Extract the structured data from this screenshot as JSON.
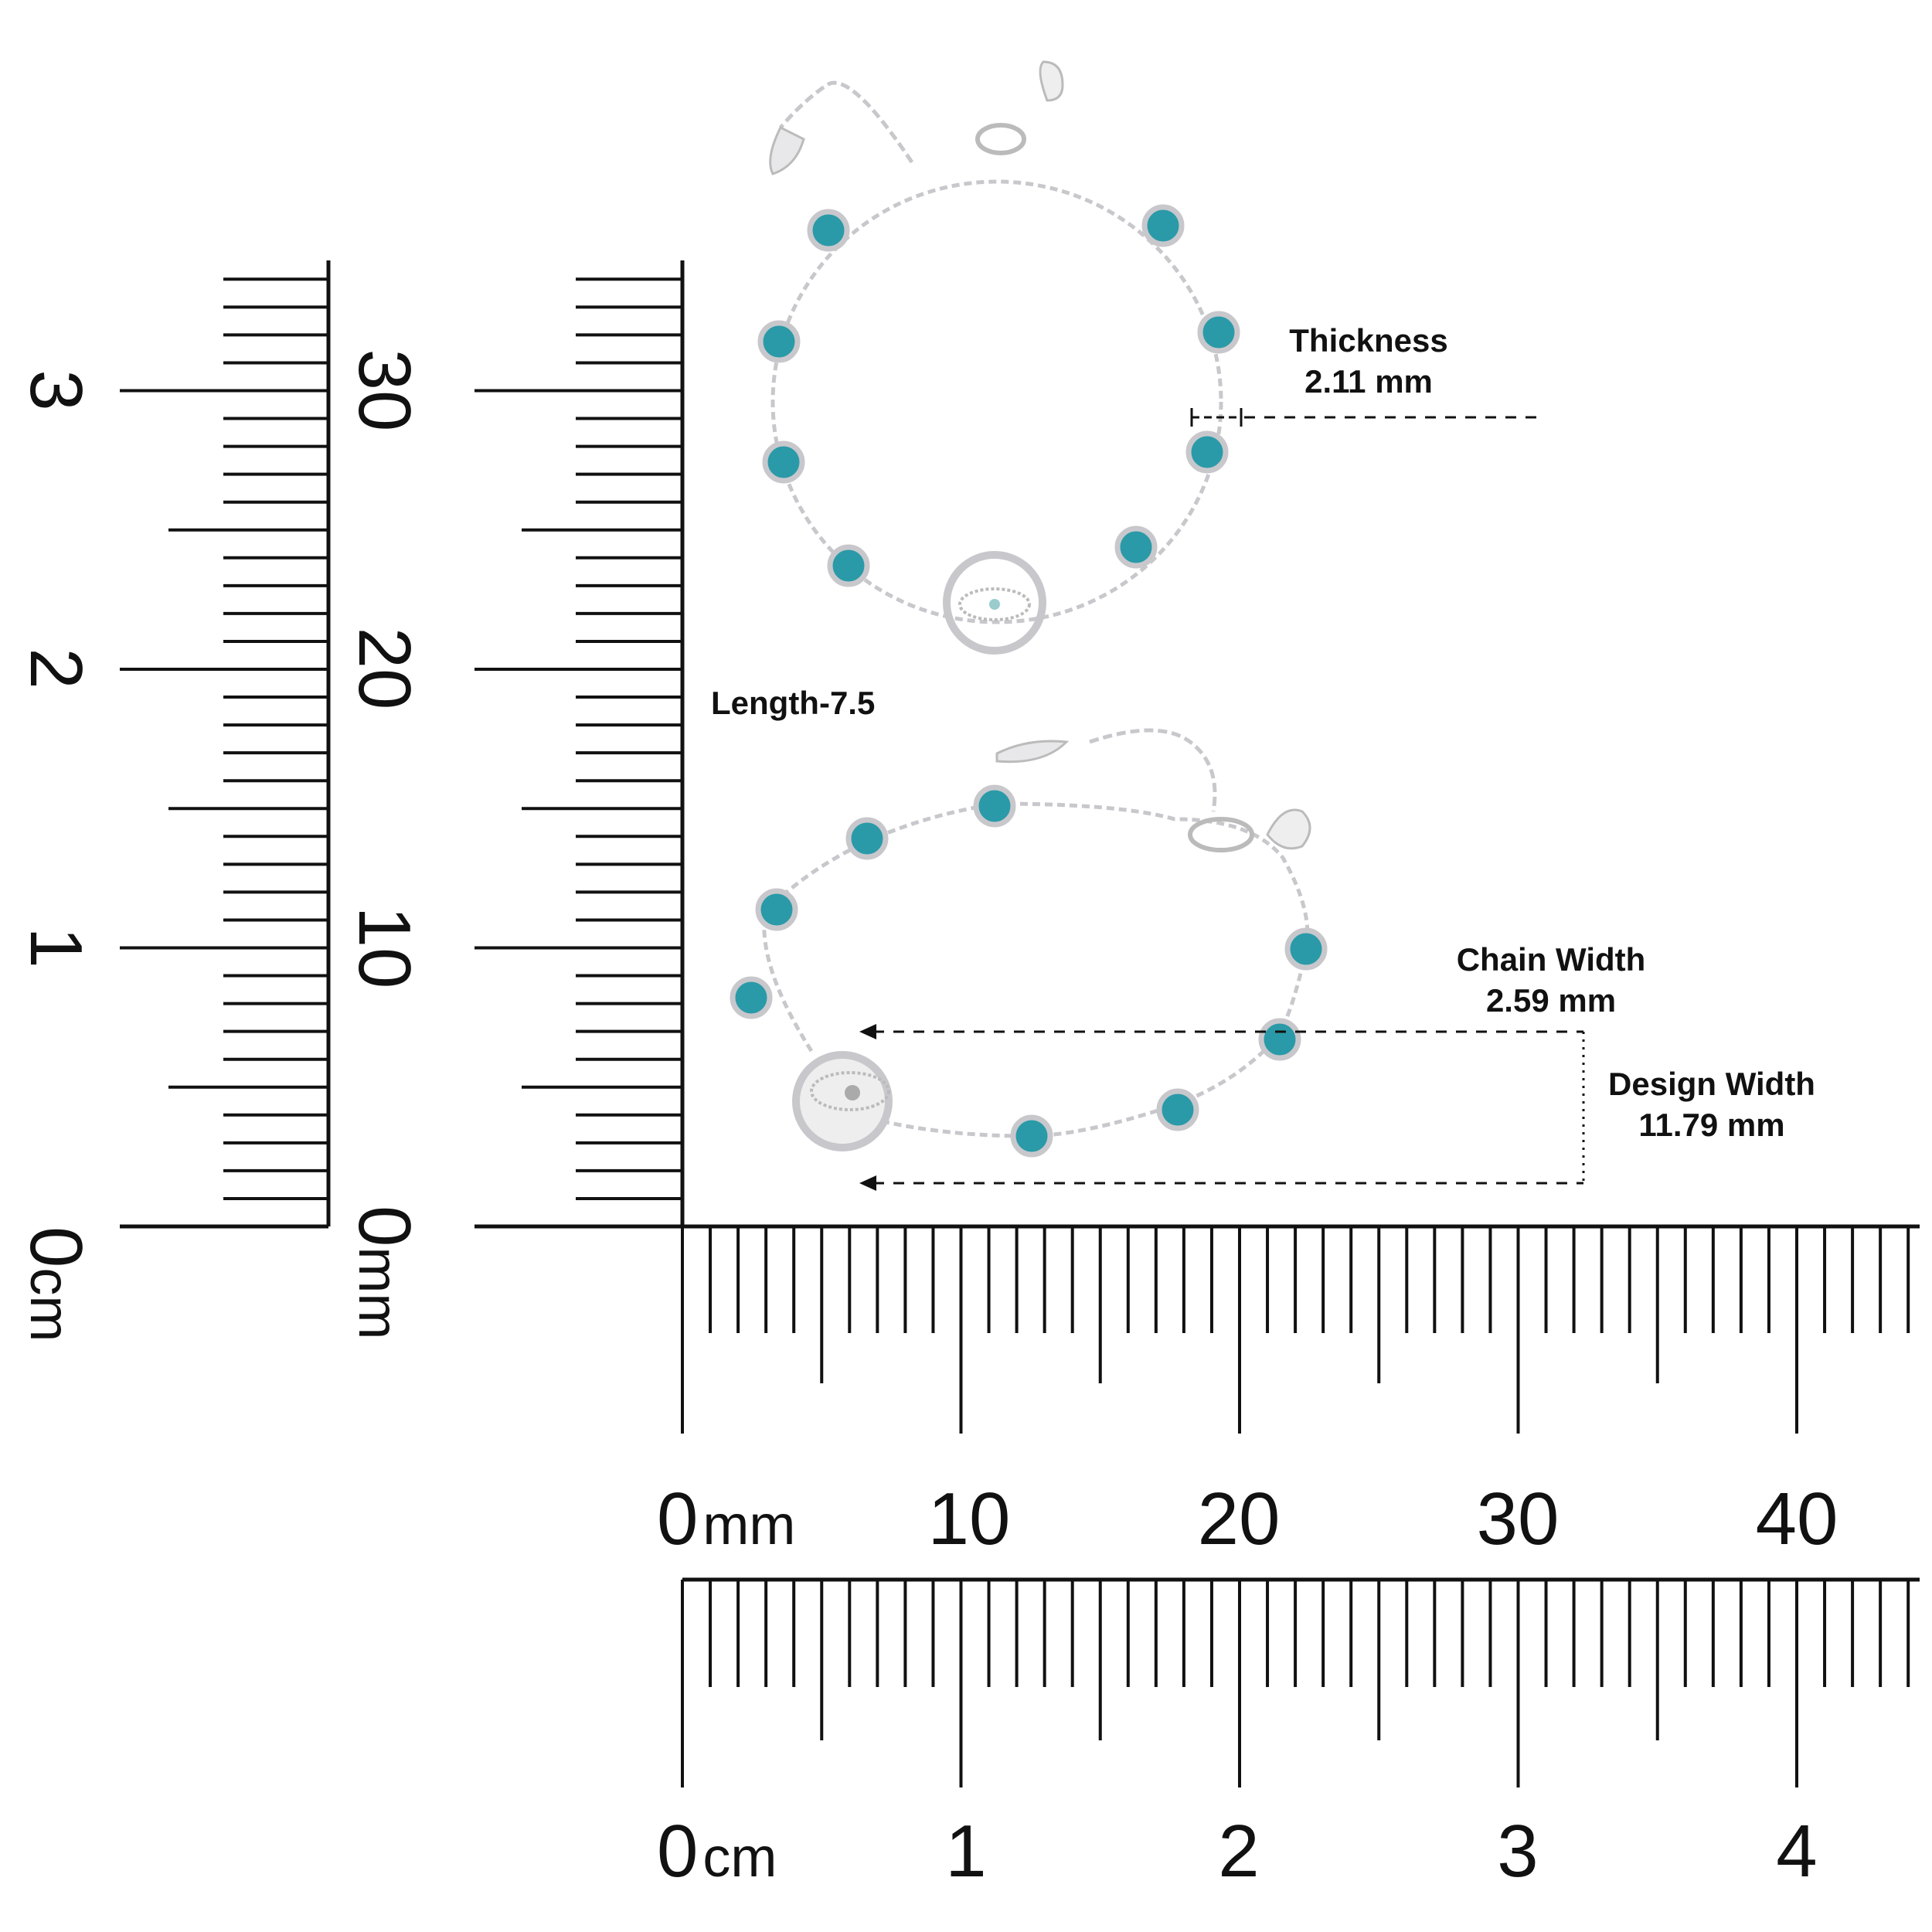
{
  "annotations": {
    "length": "Length-7.5",
    "thickness_label": "Thickness",
    "thickness_value": "2.11 mm",
    "chain_width_label": "Chain Width",
    "chain_width_value": "2.59 mm",
    "design_width_label": "Design Width",
    "design_width_value": "11.79 mm"
  },
  "rulers": {
    "vertical_cm_labels": [
      "0",
      "1",
      "2",
      "3"
    ],
    "vertical_cm_unit": "cm",
    "vertical_mm_labels": [
      "0",
      "10",
      "20",
      "30"
    ],
    "vertical_mm_unit": "mm",
    "horizontal_mm_labels": [
      "0",
      "10",
      "20",
      "30",
      "40"
    ],
    "horizontal_mm_unit": "mm",
    "horizontal_cm_labels": [
      "0",
      "1",
      "2",
      "3",
      "4"
    ],
    "horizontal_cm_unit": "cm"
  },
  "colors": {
    "stone": "#2a9aa8",
    "metal": "#c8c8cc",
    "ink": "#111111"
  }
}
